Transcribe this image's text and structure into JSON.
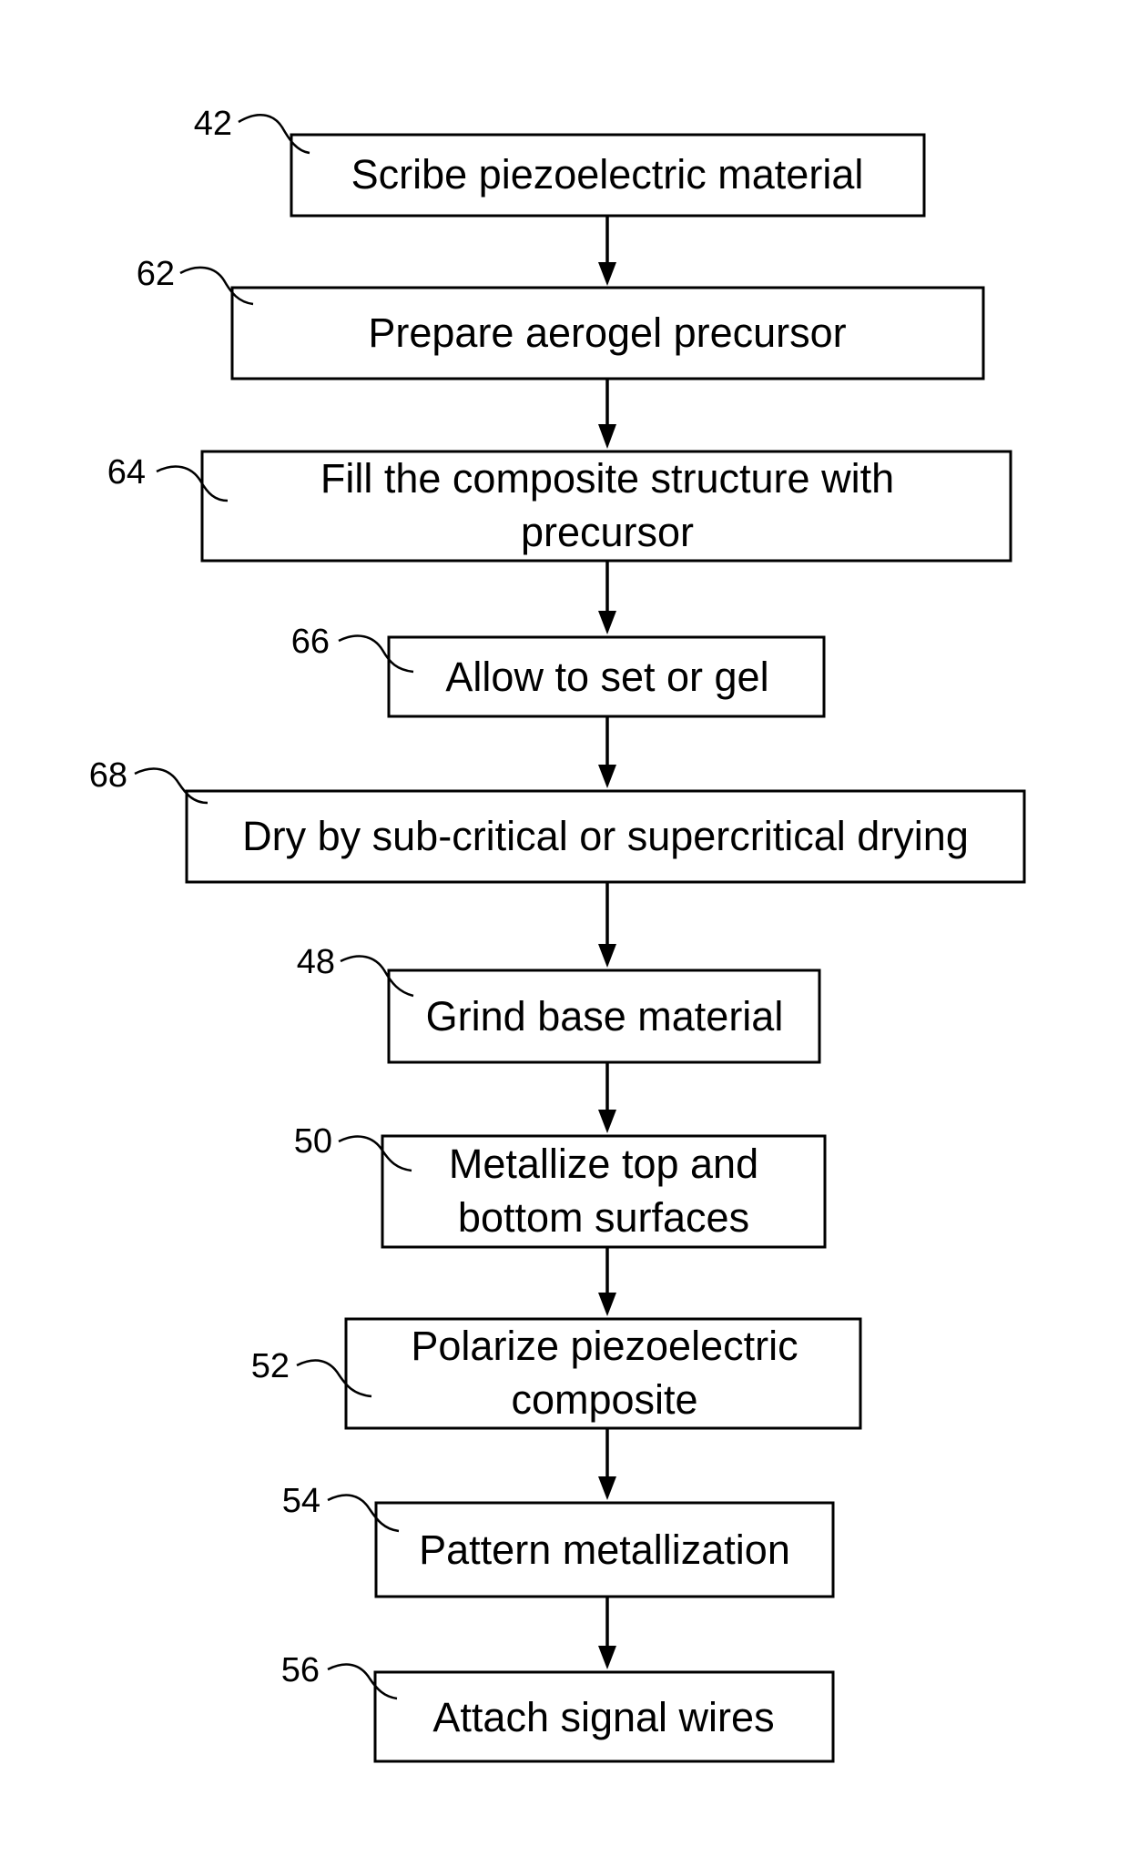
{
  "steps": [
    {
      "ref": "42",
      "lines": [
        "Scribe piezoelectric material"
      ]
    },
    {
      "ref": "62",
      "lines": [
        "Prepare aerogel precursor"
      ]
    },
    {
      "ref": "64",
      "lines": [
        "Fill the composite structure with",
        "precursor"
      ]
    },
    {
      "ref": "66",
      "lines": [
        "Allow to set or gel"
      ]
    },
    {
      "ref": "68",
      "lines": [
        "Dry by sub-critical or supercritical drying"
      ]
    },
    {
      "ref": "48",
      "lines": [
        "Grind base material"
      ]
    },
    {
      "ref": "50",
      "lines": [
        "Metallize top and",
        "bottom surfaces"
      ]
    },
    {
      "ref": "52",
      "lines": [
        "Polarize piezoelectric",
        "composite"
      ]
    },
    {
      "ref": "54",
      "lines": [
        "Pattern metallization"
      ]
    },
    {
      "ref": "56",
      "lines": [
        "Attach signal wires"
      ]
    }
  ]
}
